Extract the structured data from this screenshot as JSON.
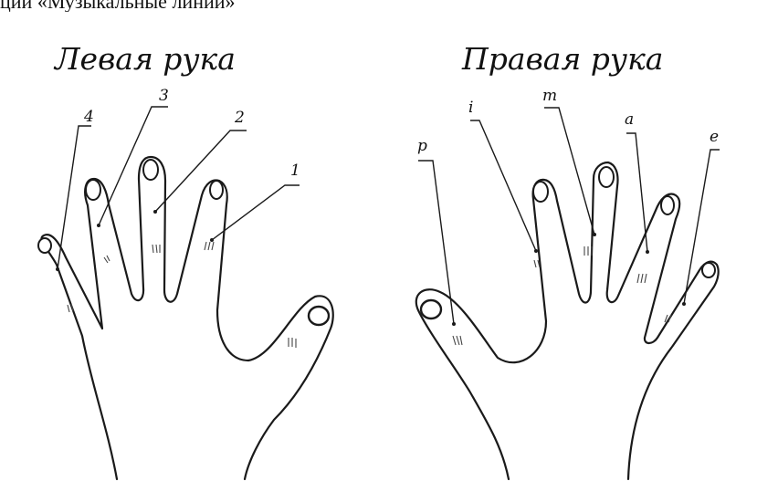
{
  "caption_top": "ции «Музыкальные линии»",
  "left_hand": {
    "title": "Левая рука",
    "finger_labels": [
      "4",
      "3",
      "2",
      "1"
    ]
  },
  "right_hand": {
    "title": "Правая рука",
    "finger_labels": [
      "p",
      "i",
      "m",
      "a",
      "e"
    ]
  }
}
